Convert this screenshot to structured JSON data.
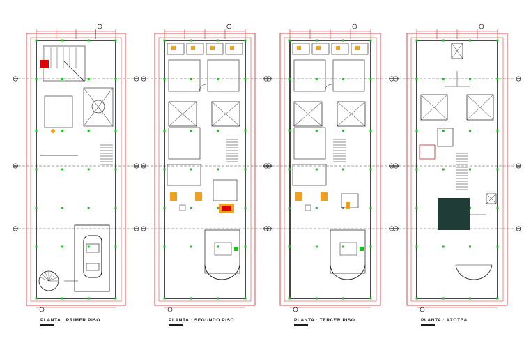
{
  "drawing": {
    "plans": [
      {
        "id": "primer-piso",
        "caption": "PLANTA : PRIMER PISO"
      },
      {
        "id": "segundo-piso",
        "caption": "PLANTA : SEGUNDO PISO"
      },
      {
        "id": "tercer-piso",
        "caption": "PLANTA : TERCER PISO"
      },
      {
        "id": "azotea",
        "caption": "PLANTA : AZOTEA"
      }
    ],
    "colors": {
      "wall": "#1a1a1a",
      "dimension": "#d81e1e",
      "marker": "#19c419",
      "furniture": "#f0a020",
      "accent_red": "#e00000",
      "tank": "#1f3d36"
    }
  }
}
